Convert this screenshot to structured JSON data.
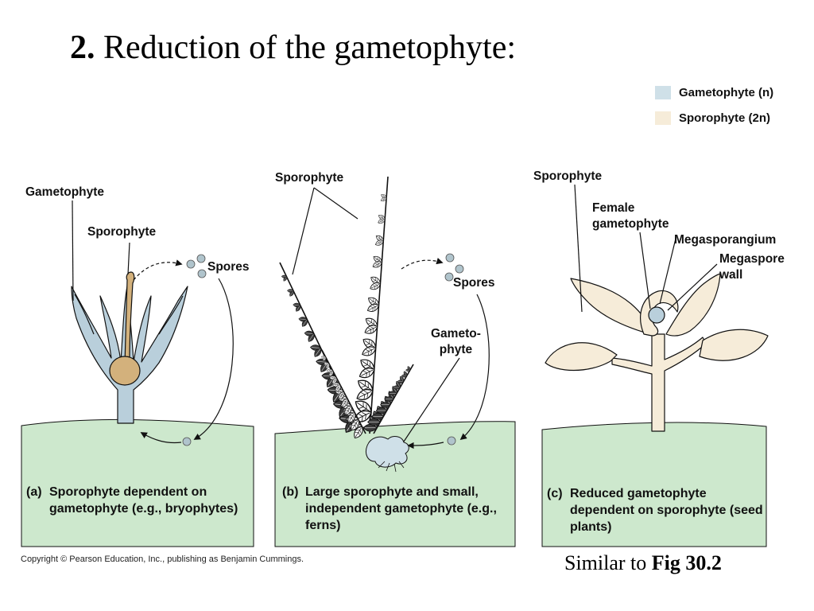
{
  "title": {
    "number": "2.",
    "text": "Reduction of the gametophyte:"
  },
  "legend": {
    "items": [
      {
        "label": "Gametophyte (n)",
        "color": "#cfe0e8"
      },
      {
        "label": "Sporophyte (2n)",
        "color": "#f6ecd9"
      }
    ]
  },
  "colors": {
    "ground": "#cde8cd",
    "gametophyte": "#b9cfdb",
    "sporophyte_moss": "#d3b17c",
    "sporophyte_seed": "#f6ecd9",
    "spore": "#b0c4cc"
  },
  "panel_a": {
    "labels": {
      "gametophyte": "Gametophyte",
      "sporophyte": "Sporophyte",
      "spores": "Spores"
    },
    "caption": {
      "letter": "(a)",
      "text": "Sporophyte dependent on gametophyte (e.g., bryophytes)"
    }
  },
  "panel_b": {
    "labels": {
      "sporophyte": "Sporophyte",
      "spores": "Spores",
      "gametophyte": "Gameto-\nphyte"
    },
    "caption": {
      "letter": "(b)",
      "text": "Large sporophyte and small, independent gametophyte (e.g., ferns)"
    }
  },
  "panel_c": {
    "labels": {
      "sporophyte": "Sporophyte",
      "female_gametophyte": "Female gametophyte",
      "megasporangium": "Megasporangium",
      "megaspore_wall": "Megaspore wall"
    },
    "caption": {
      "letter": "(c)",
      "text": "Reduced gametophyte dependent on sporophyte (seed plants)"
    }
  },
  "copyright": "Copyright © Pearson Education, Inc., publishing as Benjamin Cummings.",
  "footer": {
    "prefix": "Similar to ",
    "figure": "Fig 30.2"
  }
}
